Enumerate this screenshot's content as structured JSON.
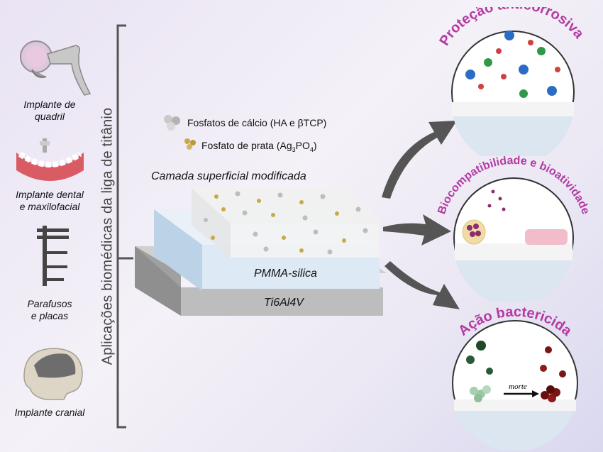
{
  "implants": [
    {
      "label_line1": "Implante de",
      "label_line2": "quadril",
      "icon": "hip-implant-icon"
    },
    {
      "label_line1": "Implante dental",
      "label_line2": "e maxilofacial",
      "icon": "dental-implant-icon"
    },
    {
      "label_line1": "Parafusos",
      "label_line2": "e placas",
      "icon": "screws-plates-icon"
    },
    {
      "label_line1": "Implante cranial",
      "label_line2": "",
      "icon": "cranial-implant-icon"
    }
  ],
  "vertical_title": "Aplicações biomédicas da liga de titânio",
  "legend": {
    "calcium": "Fosfatos de cálcio (HA e βTCP)",
    "silver_prefix": "Fosfato de prata (Ag",
    "silver_sub1": "3",
    "silver_mid": "PO",
    "silver_sub2": "4",
    "silver_suffix": ")"
  },
  "layers": {
    "surface": "Camada superficial modificada",
    "middle": "PMMA-silica",
    "base": "Ti6Al4V"
  },
  "outcomes": {
    "corrosion": "Proteção anticorrosiva",
    "bio": "Biocompatibilidade e bioatividade",
    "bactericidal": "Ação bactericida",
    "death_label": "morte"
  },
  "colors": {
    "title_purple": "#b43aa3",
    "arrow_gray": "#555555",
    "silver_particle": "#c8a94a",
    "calcium_particle": "#bdbdbd"
  }
}
